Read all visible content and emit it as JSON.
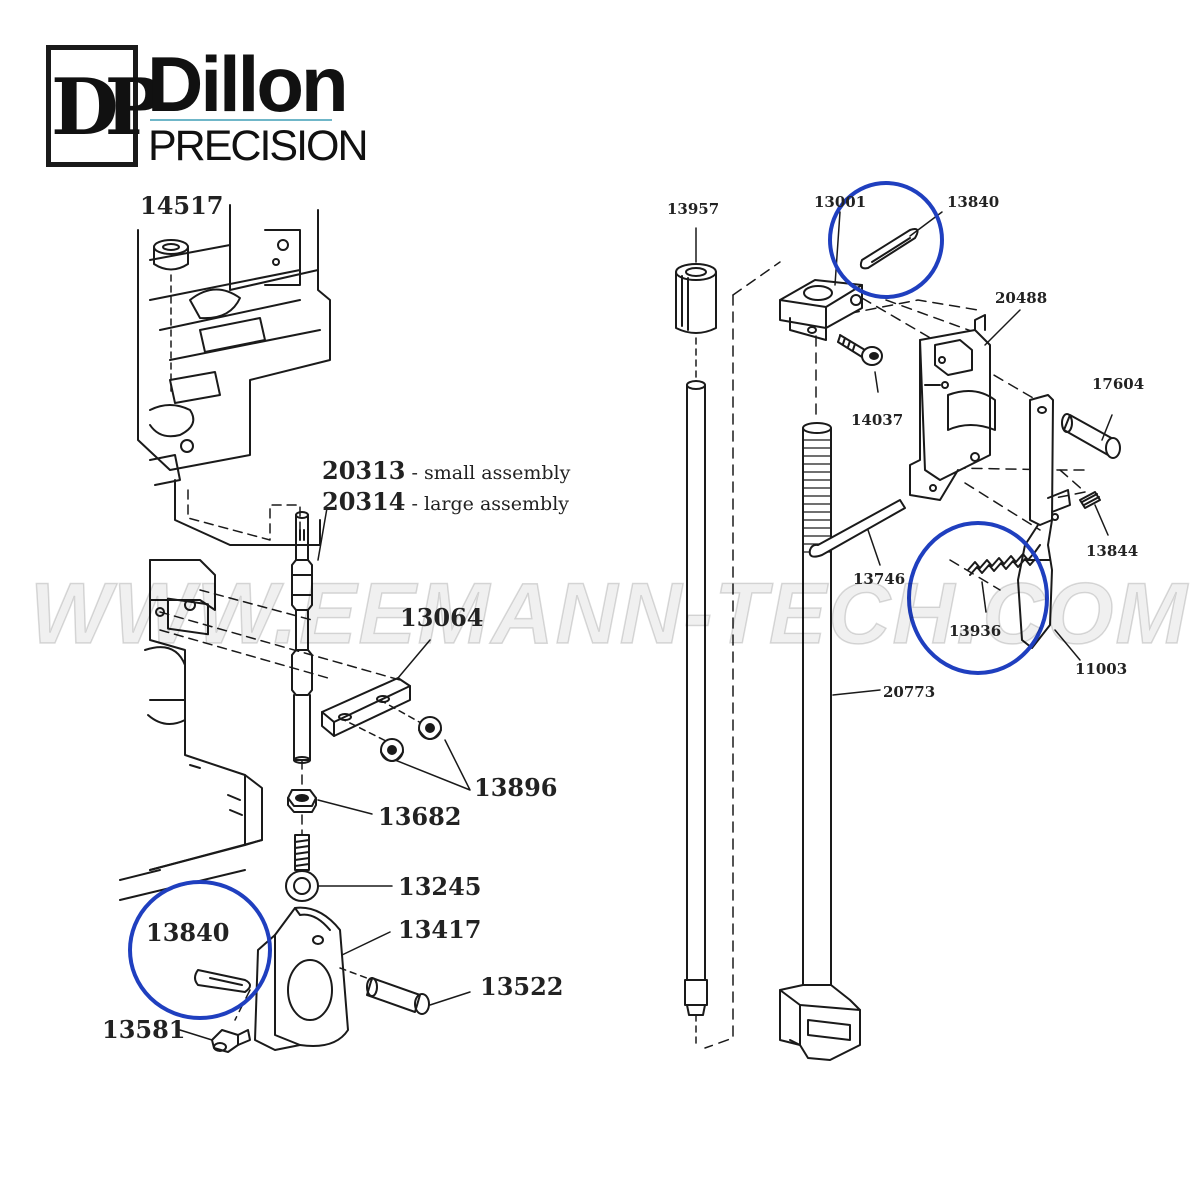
{
  "brand": {
    "monogram": "DP",
    "name": "Dillon",
    "subname": "PRECISION"
  },
  "watermark": "WWW.EEMANN-TECH.COM",
  "assembly_note": {
    "small_part": "20313",
    "small_text": "- small assembly",
    "large_part": "20314",
    "large_text": "- large assembly"
  },
  "left_labels": {
    "p14517": "14517",
    "p13064": "13064",
    "p13896": "13896",
    "p13682": "13682",
    "p13245": "13245",
    "p13417": "13417",
    "p13840": "13840",
    "p13522": "13522",
    "p13581": "13581"
  },
  "right_labels": {
    "p13957": "13957",
    "p13001": "13001",
    "p13840": "13840",
    "p20488": "20488",
    "p14037": "14037",
    "p17604": "17604",
    "p13844": "13844",
    "p13746": "13746",
    "p13936": "13936",
    "p11003": "11003",
    "p20773": "20773"
  },
  "colors": {
    "line": "#1a1a1a",
    "highlight_circle": "#1f3fbf",
    "logo_rule": "#6fb6c8"
  }
}
